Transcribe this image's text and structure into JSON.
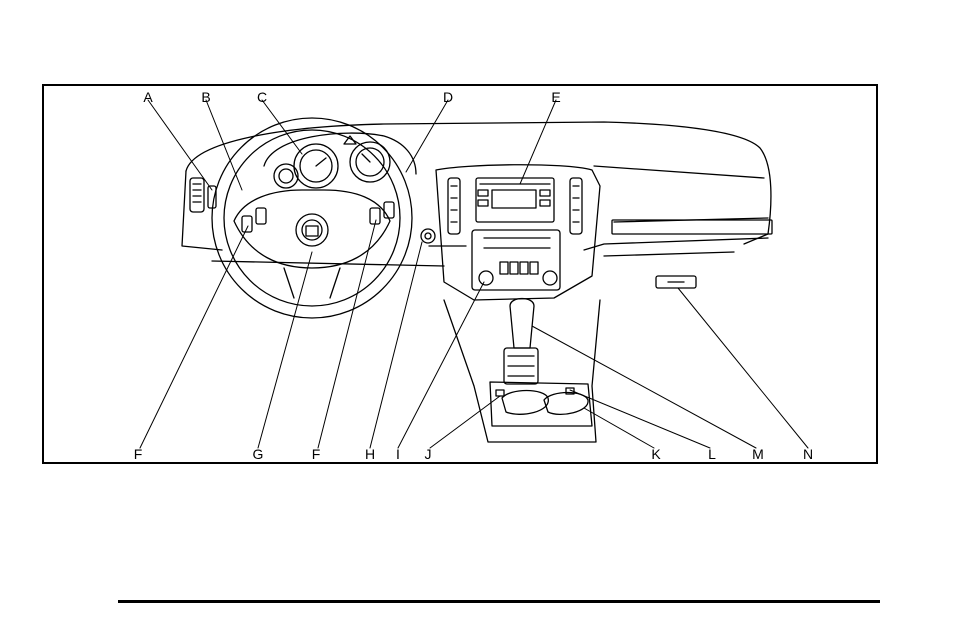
{
  "figure": {
    "top_callouts": [
      "A",
      "B",
      "C",
      "D",
      "E"
    ],
    "bottom_callouts": [
      "F",
      "G",
      "F",
      "H",
      "I",
      "J",
      "K",
      "L",
      "M",
      "N"
    ]
  }
}
